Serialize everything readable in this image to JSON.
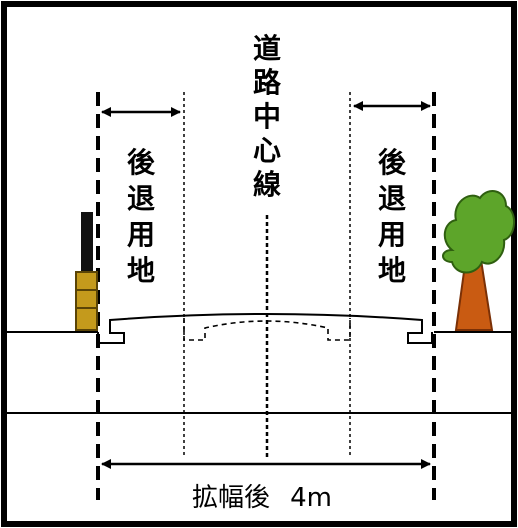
{
  "labels": {
    "center_line": "道路中心線",
    "setback_left": "後退用地",
    "setback_right": "後退用地",
    "width_after": "拡幅後",
    "width_value": "4m"
  },
  "colors": {
    "frame": "#000000",
    "pole": "#111111",
    "box_fill": "#c49a1c",
    "box_stroke": "#5a4406",
    "tree_leaves": "#5da52a",
    "tree_leaves_stroke": "#2f5f10",
    "tree_trunk": "#c95b12",
    "tree_trunk_stroke": "#7a3006"
  },
  "icons": [
    "utility-pole-icon",
    "tree-icon"
  ]
}
